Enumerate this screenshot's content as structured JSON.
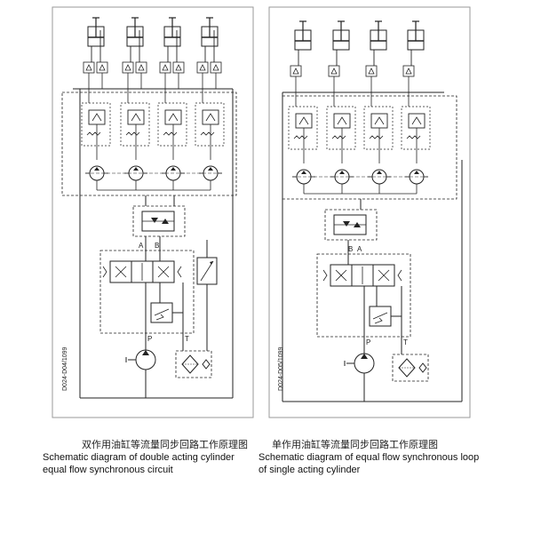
{
  "left_diagram": {
    "code": "D024-D04/1099",
    "port_a": "A",
    "port_b": "B",
    "port_p": "P",
    "port_t": "T",
    "caption_cn": "双作用油缸等流量同步回路工作原理图",
    "caption_en_line1": "Schematic diagram of double acting cylinder",
    "caption_en_line2": "equal flow synchronous circuit"
  },
  "right_diagram": {
    "code": "D024-D05/1099",
    "port_a": "A",
    "port_b": "B",
    "port_p": "P",
    "port_t": "T",
    "caption_cn": "单作用油缸等流量同步回路工作原理图",
    "caption_en_line1": "Schematic diagram of equal flow synchronous loop",
    "caption_en_line2": "of single acting cylinder"
  },
  "colors": {
    "line": "#222222",
    "frame": "#9a9a9a",
    "background": "#ffffff"
  }
}
